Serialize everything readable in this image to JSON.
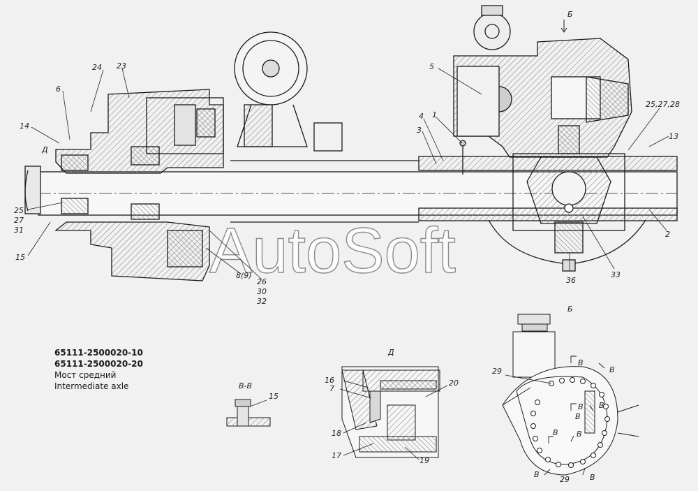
{
  "caption": {
    "code1": "65111-2500020-10",
    "code2": "65111-2500020-20",
    "name_ru": "Мост средний",
    "name_en": "Intermediate axle"
  },
  "watermark": "AutoSoft",
  "view_labels": {
    "b_top": "Б",
    "b_detail": "Б",
    "d_top": "Д",
    "d_detail": "Д",
    "section_vv": "В-В",
    "v": "В"
  },
  "callouts": {
    "n24": "24",
    "n23": "23",
    "n6": "6",
    "n14": "14",
    "n25a": "25",
    "n27a": "27",
    "n31": "31",
    "n15": "15",
    "n5": "5",
    "n4": "4",
    "n1": "1",
    "n3": "3",
    "n25_27_28": "25,27,28",
    "n13": "13",
    "n2": "2",
    "n33": "33",
    "n36": "36",
    "n8_9": "8(9)",
    "n26": "26",
    "n30": "30",
    "n32": "32",
    "n15b": "15",
    "n16": "16",
    "n7": "7",
    "n20": "20",
    "n18": "18",
    "n17": "17",
    "n19": "19",
    "n29a": "29",
    "n29b": "29"
  },
  "colors": {
    "line": "#1a1a1a",
    "background": "#f1f1f1",
    "hatch": "#8a8a8a"
  }
}
